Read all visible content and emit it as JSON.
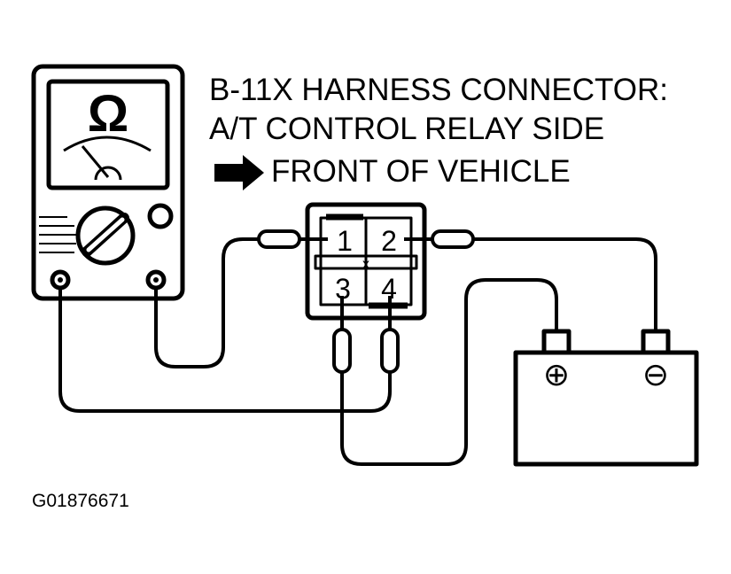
{
  "labels": {
    "line1": "B-11X HARNESS CONNECTOR:",
    "line2": "A/T CONTROL RELAY SIDE",
    "line3": "FRONT OF VEHICLE",
    "figure_id": "G01876671"
  },
  "connector": {
    "pins": [
      "1",
      "2",
      "3",
      "4"
    ],
    "center_mark": "x"
  },
  "ohmmeter": {
    "symbol": "Ω"
  },
  "battery": {
    "positive_symbol": "⊕",
    "negative_symbol": "⊖"
  },
  "colors": {
    "stroke": "#000000",
    "background": "#ffffff"
  },
  "icons": {
    "arrow": "right-arrow-icon",
    "meter": "ohmmeter-icon",
    "battery": "battery-icon"
  }
}
